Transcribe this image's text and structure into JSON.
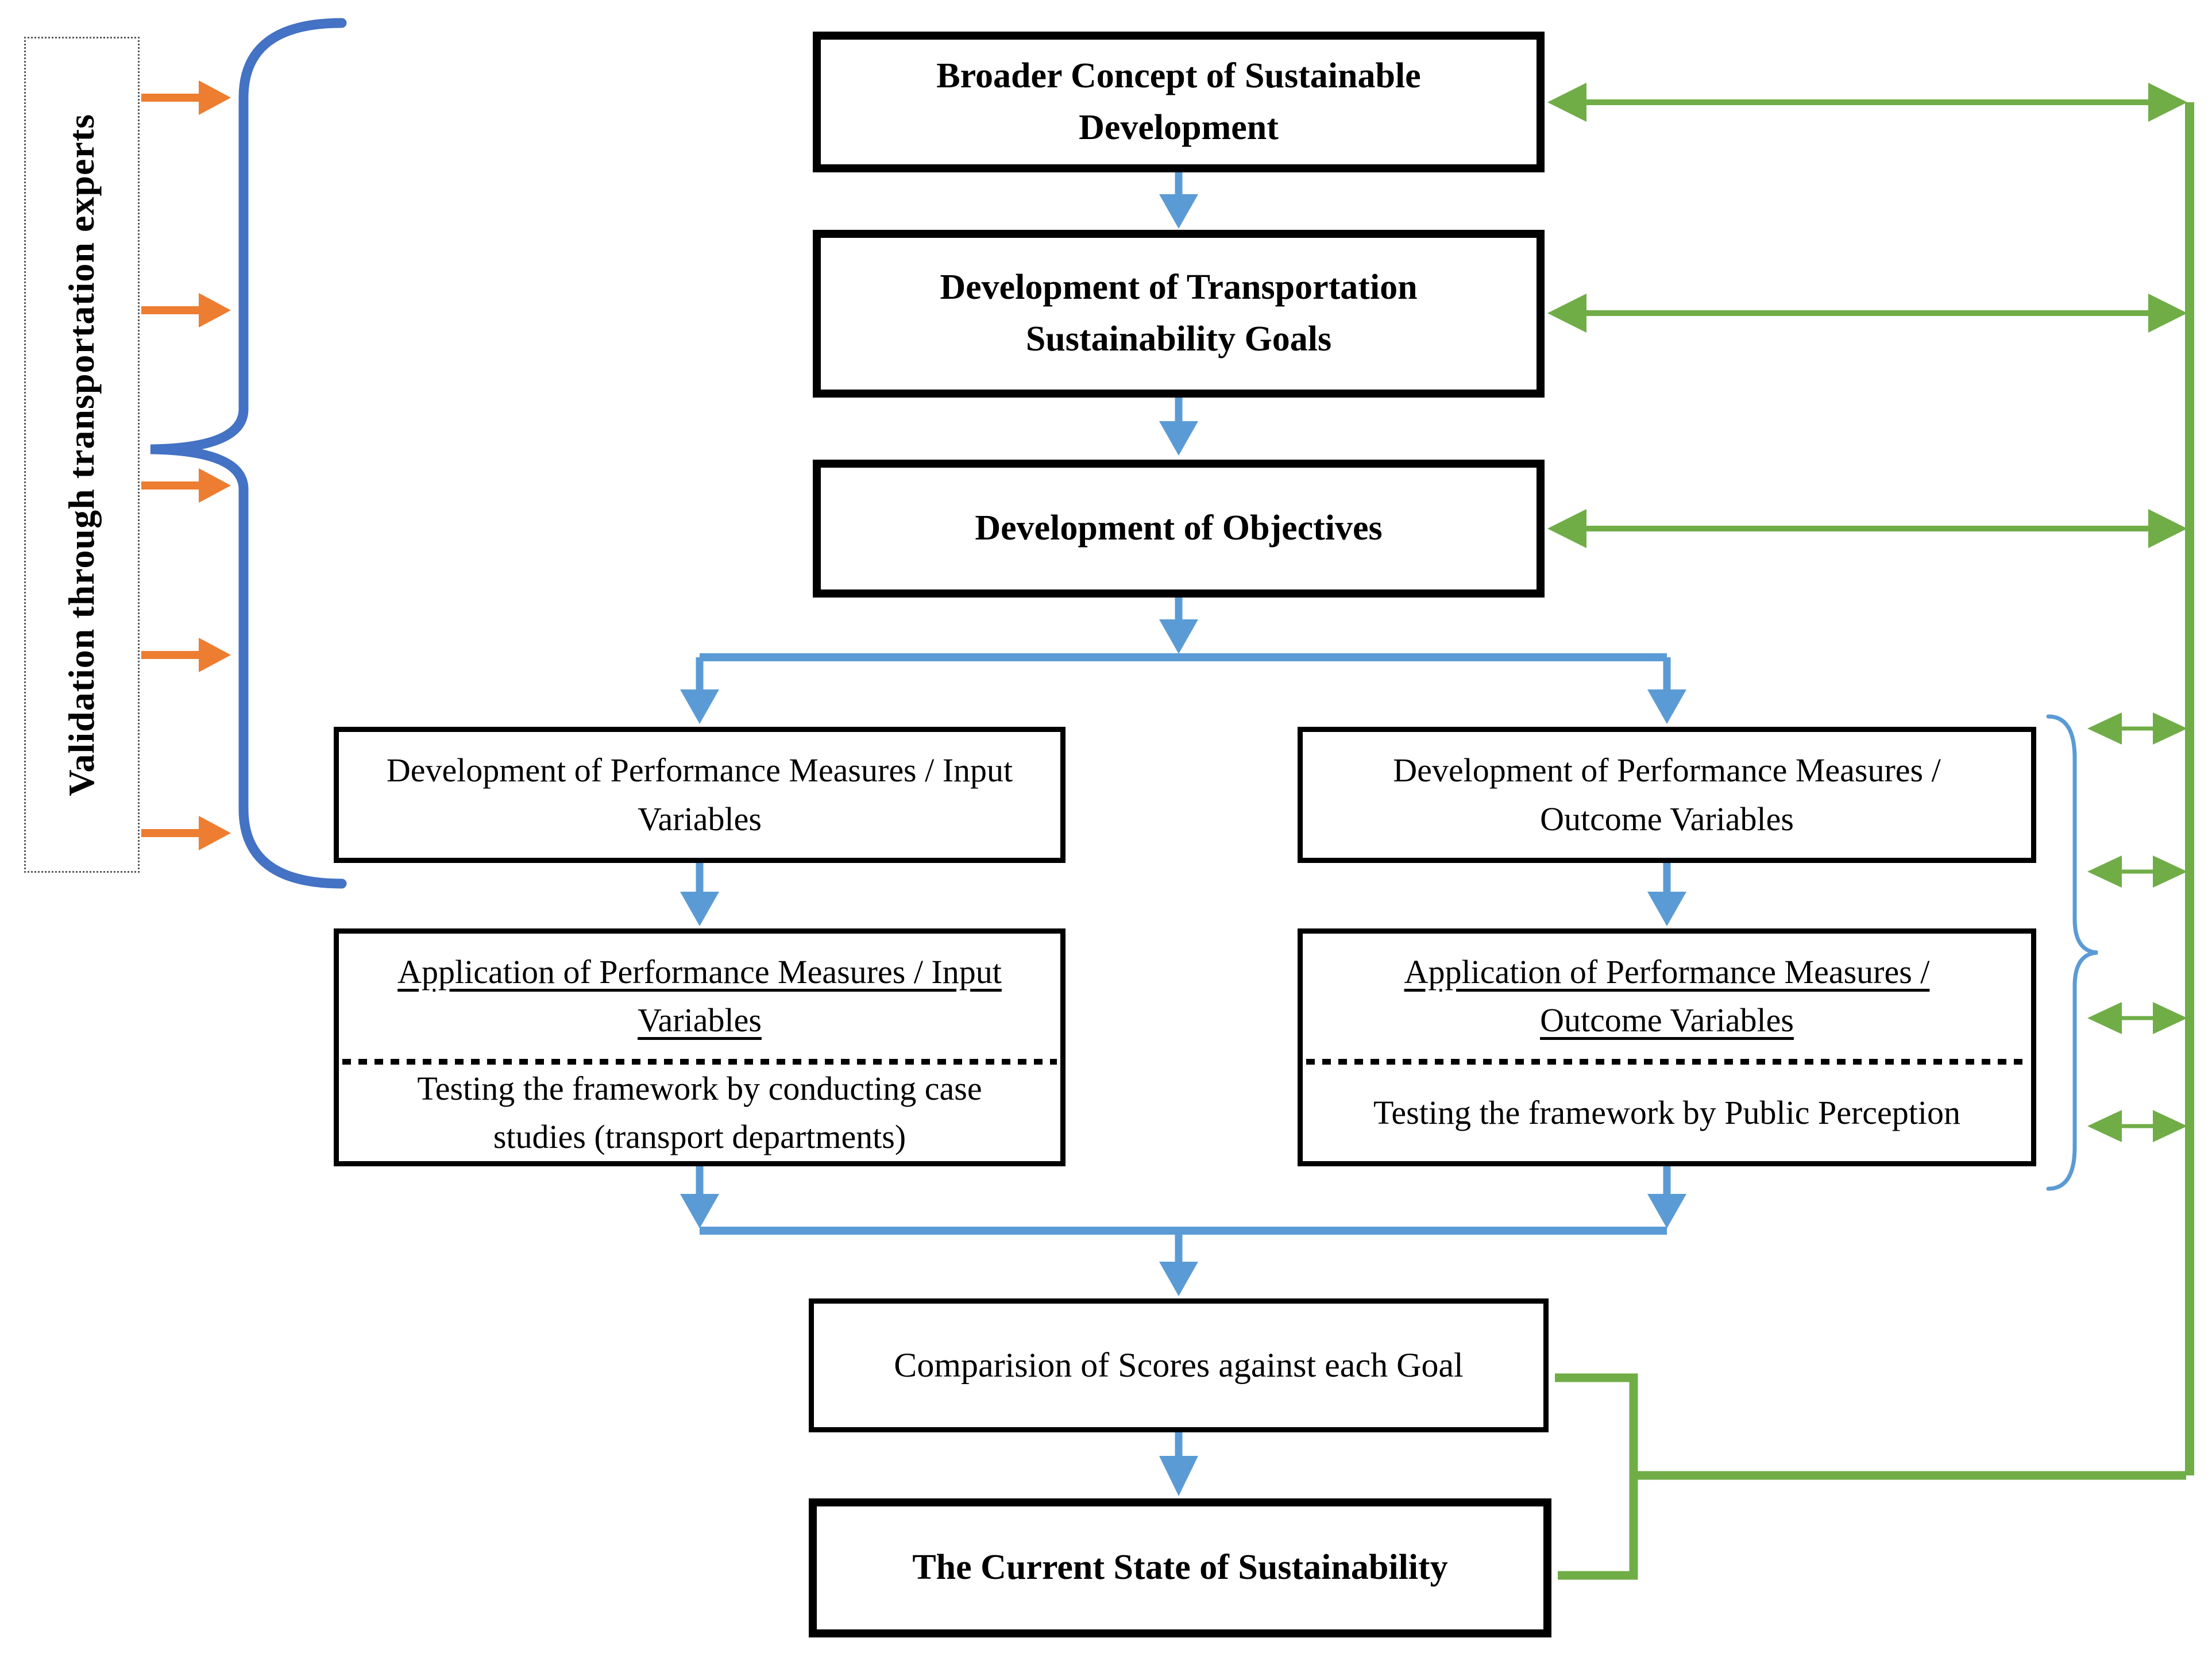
{
  "colors": {
    "flow_blue": "#5B9BD5",
    "brace_blue": "#4472C4",
    "feedback_green": "#70AD47",
    "validation_orange": "#ED7D31",
    "ink": "#000000",
    "sidebar_border": "#595959"
  },
  "sidebar": {
    "label": "Validation through transportation experts"
  },
  "flow": {
    "broader_concept": "Broader Concept of Sustainable Development",
    "transport_goals": "Development of Transportation Sustainability Goals",
    "objectives": "Development of Objectives",
    "dev_input": "Development of Performance Measures / Input Variables",
    "dev_outcome": "Development of Performance Measures / Outcome Variables",
    "app_input_title": "Application of Performance Measures / Input Variables",
    "app_input_note": "Testing the framework by conducting case studies (transport departments)",
    "app_outcome_title": "Application of Performance Measures / Outcome Variables",
    "app_outcome_note": "Testing the framework by Public Perception",
    "comparison": "Comparision of Scores against each Goal",
    "current_state": "The Current State of Sustainability"
  }
}
